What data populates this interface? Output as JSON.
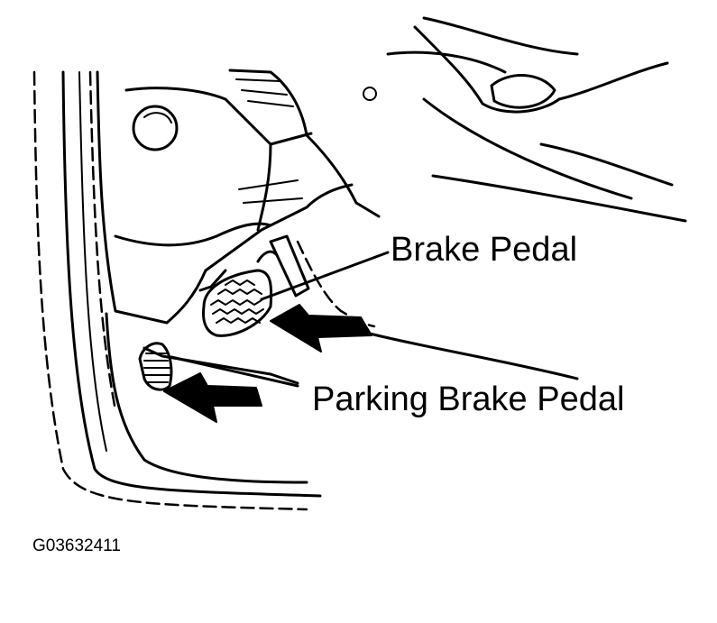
{
  "labels": {
    "brake_pedal": "Brake Pedal",
    "parking_brake_pedal": "Parking Brake Pedal"
  },
  "figure_id": "G03632411",
  "colors": {
    "ink": "#000000",
    "background": "#ffffff"
  }
}
